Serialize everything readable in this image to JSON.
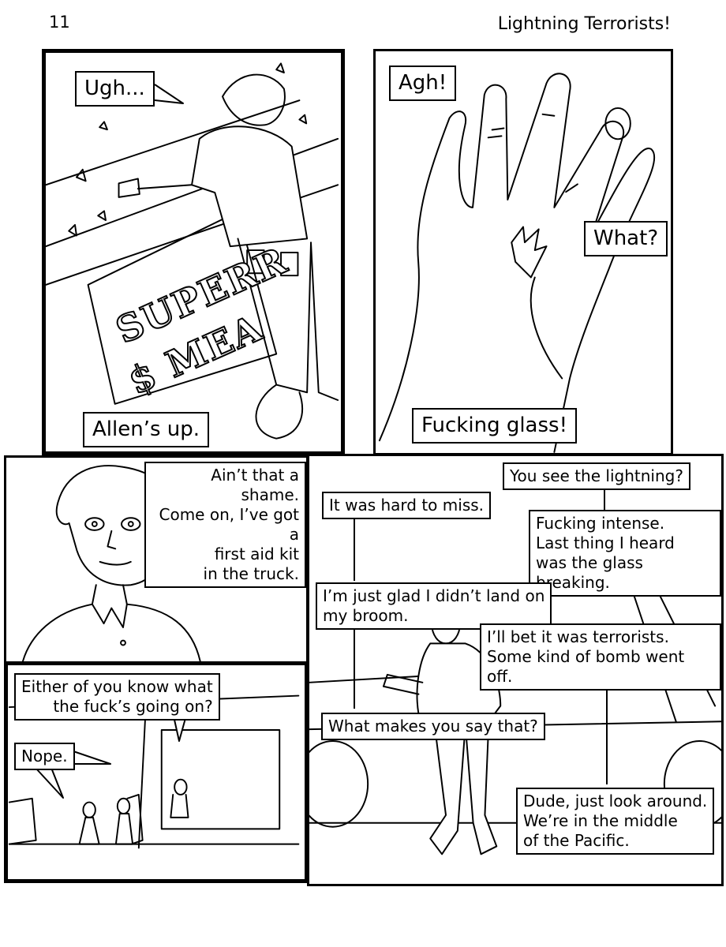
{
  "header": {
    "page_number": "11",
    "title": "Lightning Terrorists!"
  },
  "panels": {
    "p1": {
      "balloon": "Ugh...",
      "caption": "Allen’s up.",
      "sign_line1": "SUPERR",
      "sign_line2": "$ MEA"
    },
    "p2": {
      "caption": "Agh!",
      "balloon": "What?",
      "caption_bottom": "Fucking glass!"
    },
    "p3": {
      "balloon": "Ain’t that a shame.\nCome on, I’ve got a\nfirst aid kit\nin the truck."
    },
    "p4": {
      "balloon_1": "Either of you know what\nthe fuck’s going on?",
      "balloon_2": "Nope."
    },
    "p5": {
      "balloon_1": "You see the lightning?",
      "balloon_2": "It was hard to miss.",
      "balloon_3": "Fucking intense.\nLast thing I heard\nwas the glass breaking.",
      "balloon_4": "I’m just glad I didn’t land on\nmy broom.",
      "balloon_5": "I’ll bet it was terrorists.\nSome kind of bomb went off.",
      "balloon_6": "What makes you say that?",
      "balloon_7": "Dude, just look around.\nWe’re in the middle\nof the Pacific."
    }
  }
}
